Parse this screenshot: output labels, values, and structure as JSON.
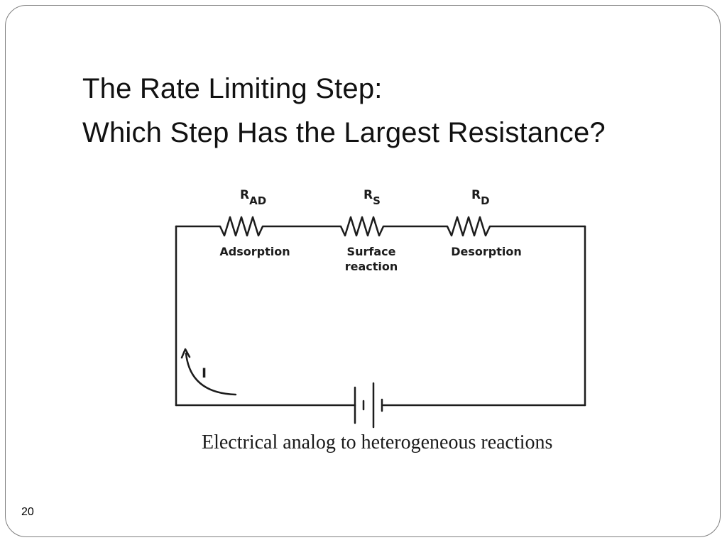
{
  "slide": {
    "title_line1": "The Rate Limiting Step:",
    "title_line2": "Which Step Has the Largest Resistance?",
    "caption": "Electrical analog to heterogeneous reactions",
    "page_number": "20"
  },
  "diagram": {
    "resistors": [
      {
        "symbol": "R",
        "subscript": "AD",
        "label_lines": [
          "Adsorption"
        ]
      },
      {
        "symbol": "R",
        "subscript": "S",
        "label_lines": [
          "Surface",
          "reaction"
        ]
      },
      {
        "symbol": "R",
        "subscript": "D",
        "label_lines": [
          "Desorption"
        ]
      }
    ],
    "current_label": "I"
  }
}
